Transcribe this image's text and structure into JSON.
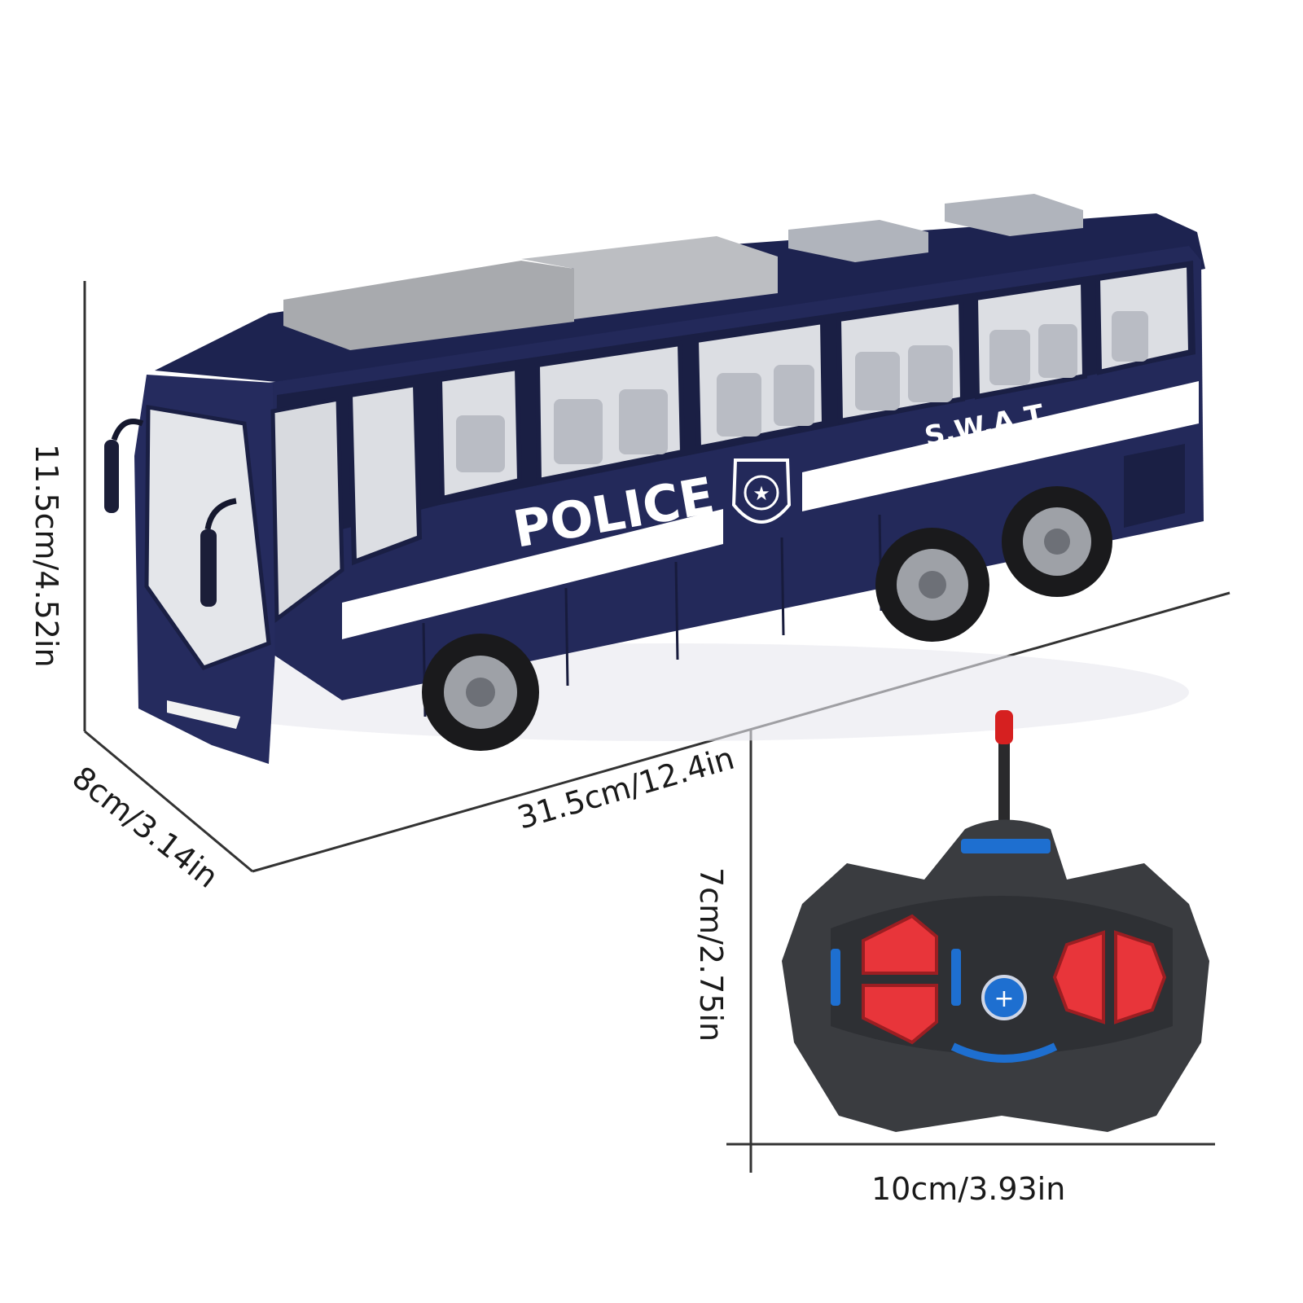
{
  "dimensions": {
    "bus_height": "11.5cm/4.52in",
    "bus_width": "8cm/3.14in",
    "bus_length": "31.5cm/12.4in",
    "remote_height": "7cm/2.75in",
    "remote_width": "10cm/3.93in"
  },
  "bus": {
    "side_label": "POLICE",
    "rear_label": "S.W.A.T"
  },
  "colors": {
    "bus_body": "#23295a",
    "bus_stripe": "#ffffff",
    "remote_body": "#3a3c40",
    "remote_buttons": "#e8353a",
    "remote_accent": "#1e6fd0"
  }
}
